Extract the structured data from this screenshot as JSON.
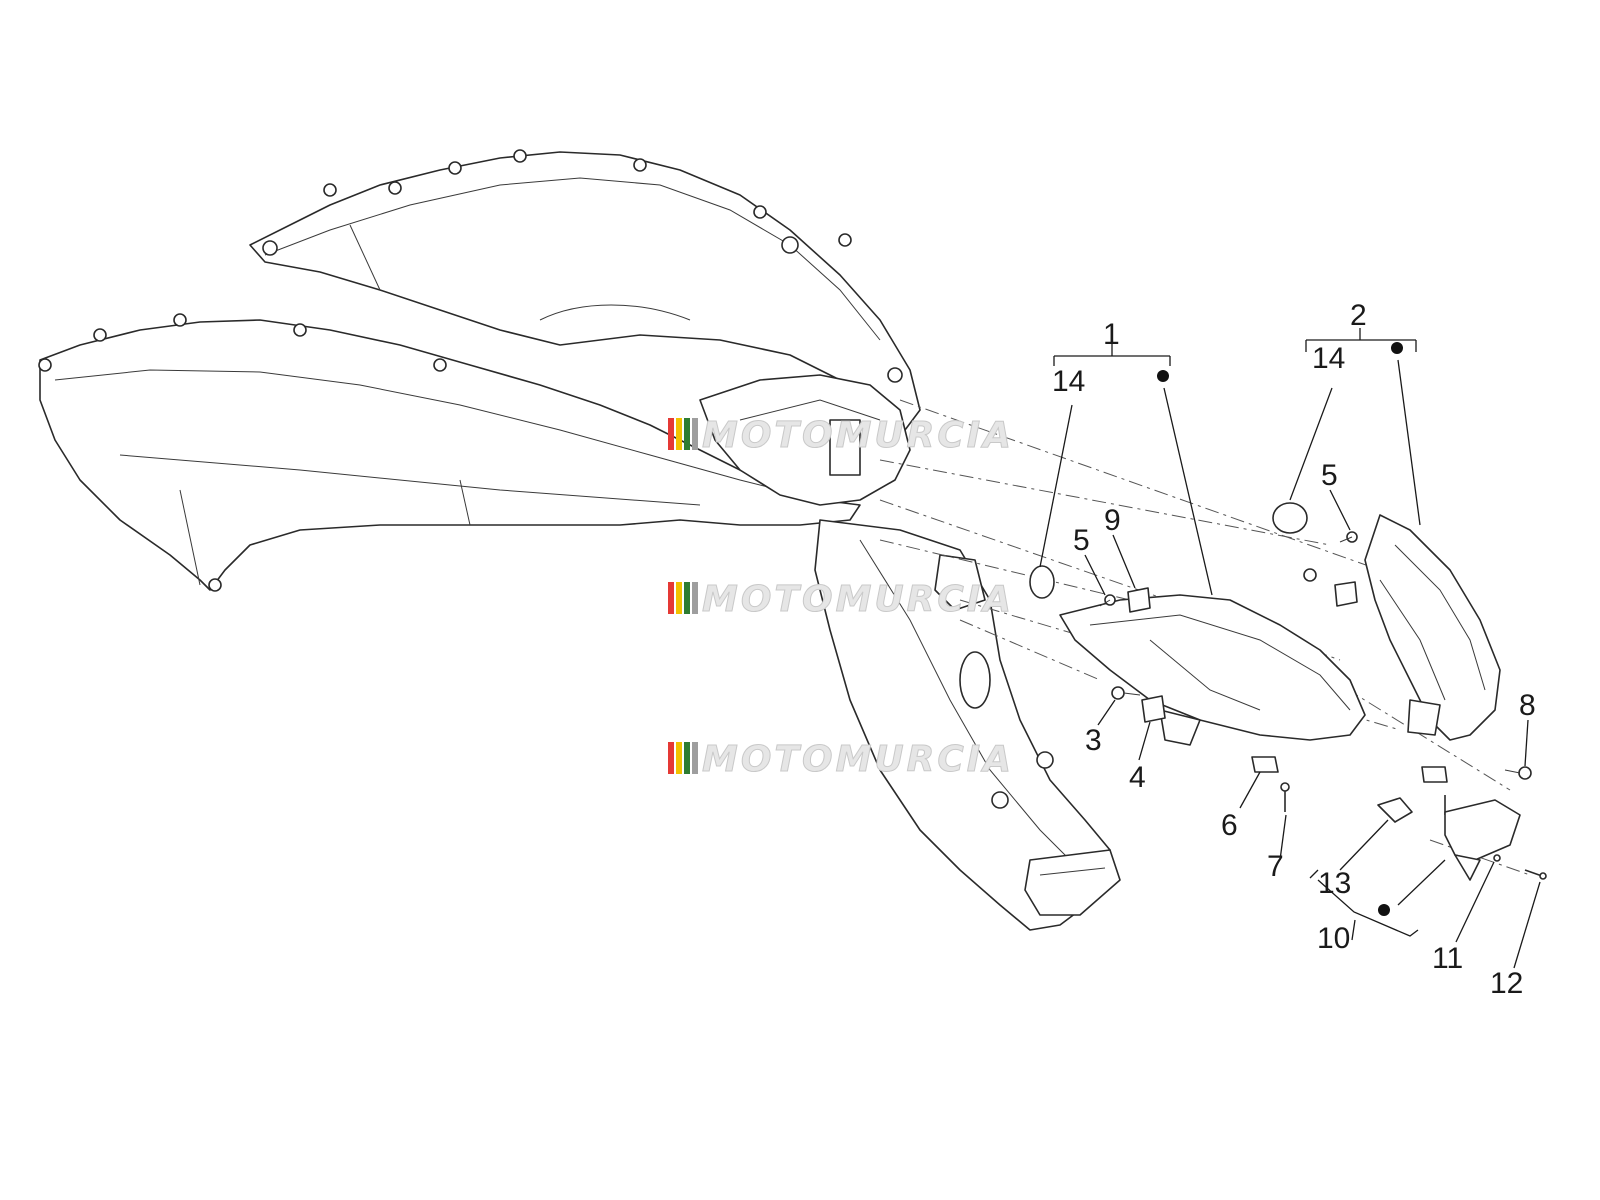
{
  "watermark": {
    "text": "MOTOMURCIA",
    "colors": [
      "#e53935",
      "#f2c200",
      "#2e7d32",
      "#9e9e9e"
    ]
  },
  "callouts": {
    "c1": "1",
    "c2": "2",
    "c14a": "14",
    "c14b": "14",
    "c5a": "5",
    "c5b": "5",
    "c9": "9",
    "c3": "3",
    "c4": "4",
    "c6": "6",
    "c7": "7",
    "c8": "8",
    "c13": "13",
    "c10": "10",
    "c11": "11",
    "c12": "12"
  }
}
